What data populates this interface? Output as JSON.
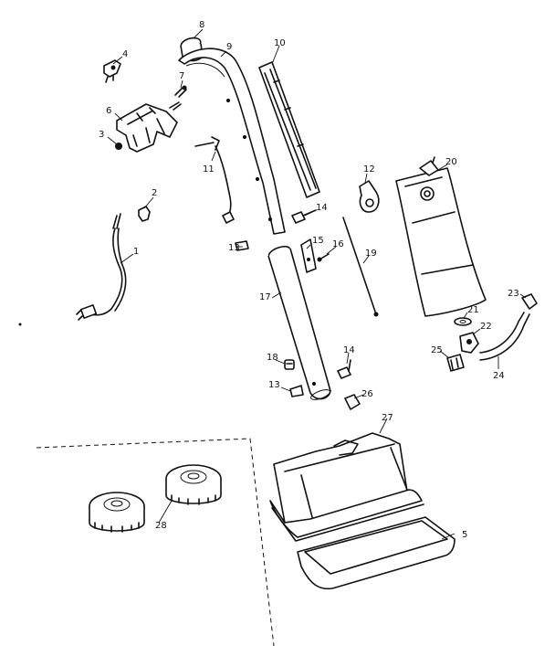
{
  "callouts": [
    {
      "id": "c1",
      "text": "1"
    },
    {
      "id": "c2",
      "text": "2"
    },
    {
      "id": "c3",
      "text": "3"
    },
    {
      "id": "c4",
      "text": "4"
    },
    {
      "id": "c5",
      "text": "5"
    },
    {
      "id": "c6",
      "text": "6"
    },
    {
      "id": "c7",
      "text": "7"
    },
    {
      "id": "c8",
      "text": "8"
    },
    {
      "id": "c9",
      "text": "9"
    },
    {
      "id": "c10",
      "text": "10"
    },
    {
      "id": "c11",
      "text": "11"
    },
    {
      "id": "c12",
      "text": "12"
    },
    {
      "id": "c13a",
      "text": "13"
    },
    {
      "id": "c13b",
      "text": "13"
    },
    {
      "id": "c14a",
      "text": "14"
    },
    {
      "id": "c14b",
      "text": "14"
    },
    {
      "id": "c15",
      "text": "15"
    },
    {
      "id": "c16",
      "text": "16"
    },
    {
      "id": "c17",
      "text": "17"
    },
    {
      "id": "c18",
      "text": "18"
    },
    {
      "id": "c19",
      "text": "19"
    },
    {
      "id": "c20",
      "text": "20"
    },
    {
      "id": "c21",
      "text": "21"
    },
    {
      "id": "c22",
      "text": "22"
    },
    {
      "id": "c23",
      "text": "23"
    },
    {
      "id": "c24",
      "text": "24"
    },
    {
      "id": "c25",
      "text": "25"
    },
    {
      "id": "c26",
      "text": "26"
    },
    {
      "id": "c27",
      "text": "27"
    },
    {
      "id": "c28",
      "text": "28"
    }
  ]
}
